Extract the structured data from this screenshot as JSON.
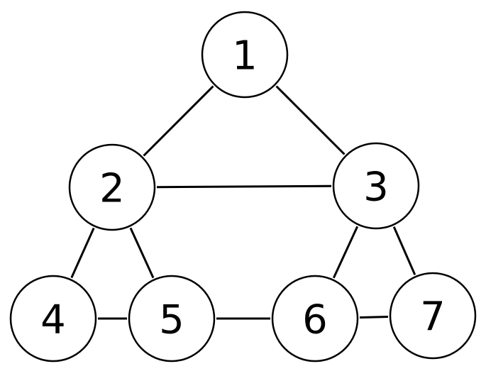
{
  "graph": {
    "nodes": [
      {
        "id": "1",
        "label": "1"
      },
      {
        "id": "2",
        "label": "2"
      },
      {
        "id": "3",
        "label": "3"
      },
      {
        "id": "4",
        "label": "4"
      },
      {
        "id": "5",
        "label": "5"
      },
      {
        "id": "6",
        "label": "6"
      },
      {
        "id": "7",
        "label": "7"
      }
    ],
    "edges": [
      {
        "from": "1",
        "to": "2"
      },
      {
        "from": "1",
        "to": "3"
      },
      {
        "from": "2",
        "to": "3"
      },
      {
        "from": "2",
        "to": "4"
      },
      {
        "from": "2",
        "to": "5"
      },
      {
        "from": "3",
        "to": "6"
      },
      {
        "from": "3",
        "to": "7"
      },
      {
        "from": "4",
        "to": "5"
      },
      {
        "from": "5",
        "to": "6"
      },
      {
        "from": "6",
        "to": "7"
      }
    ],
    "colors": {
      "stroke": "#000000",
      "node_fill": "#ffffff",
      "background": "#ffffff"
    }
  }
}
